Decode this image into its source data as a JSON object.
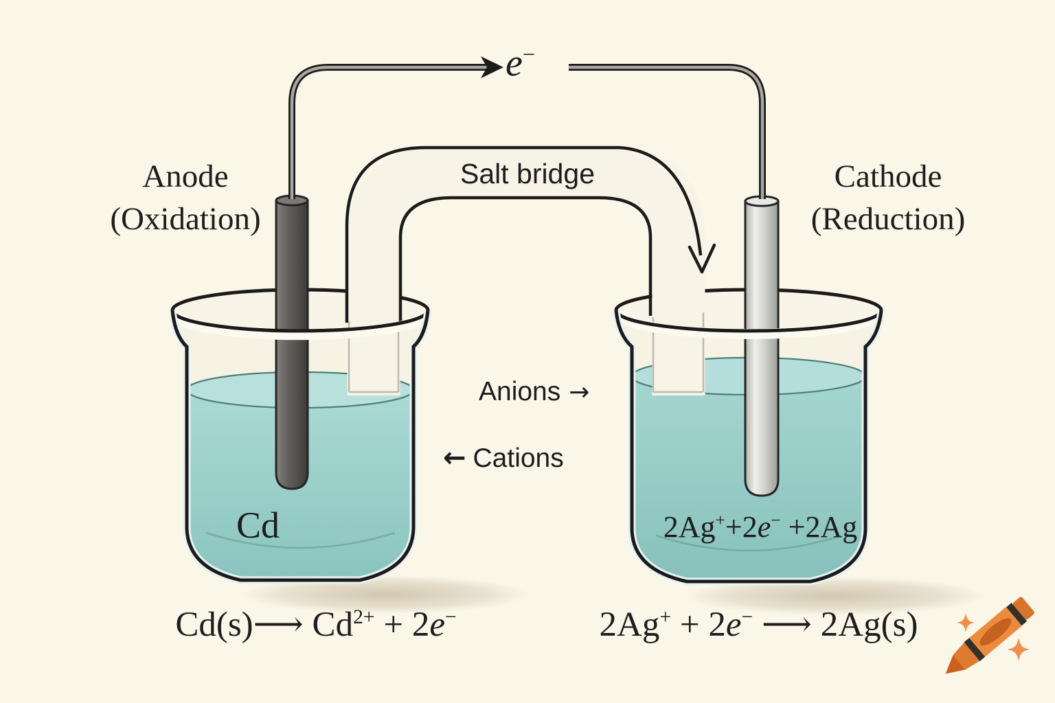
{
  "diagram_title": "Galvanic cell diagram (Cd anode / Ag cathode)",
  "labels": {
    "electron": {
      "e": "e",
      "sup": "−"
    },
    "anode": {
      "line1": "Anode",
      "line2": "(Oxidation)"
    },
    "cathode": {
      "line1": "Cathode",
      "line2": "(Reduction)"
    },
    "salt_bridge": "Salt bridge",
    "anions": {
      "text": "Anions",
      "arrow": "→"
    },
    "cations": {
      "text": "Cations",
      "arrow": "←"
    },
    "anode_metal": "Cd"
  },
  "equations": {
    "cathode_beaker": {
      "p1": "2Ag",
      "s1": "+",
      "p2": "+2",
      "e": "e",
      "s2": "−",
      "p3": " +2Ag"
    },
    "anode_half": {
      "p1": "Cd(s)",
      "arr": "⟶",
      "p2": " Cd",
      "s1": "2+",
      "p3": " + 2",
      "e": "e",
      "s2": "−"
    },
    "cathode_half": {
      "p1": "2Ag",
      "s1": "+",
      "p2": " + 2",
      "e": "e",
      "s2": "−",
      "arr": " ⟶ ",
      "p3": "2Ag(s)"
    }
  },
  "icons": {
    "watermark": "crayon-icon",
    "sparkles": "sparkle-icon"
  },
  "colors": {
    "background": "#faf7e9",
    "outline": "#1b1b1b",
    "solution": "#a9d8d3",
    "solution_deep": "#8ac4be",
    "solution_surface": "#b9e1dc",
    "anode_electrode": "#55534f",
    "cathode_electrode": "#cfcfcb",
    "tube_fill": "#f7f3e7",
    "crayon_orange": "#ed8a3d",
    "crayon_dark_orange": "#c4631f",
    "crayon_band": "#33302b",
    "sparkle": "#ef8f49"
  }
}
